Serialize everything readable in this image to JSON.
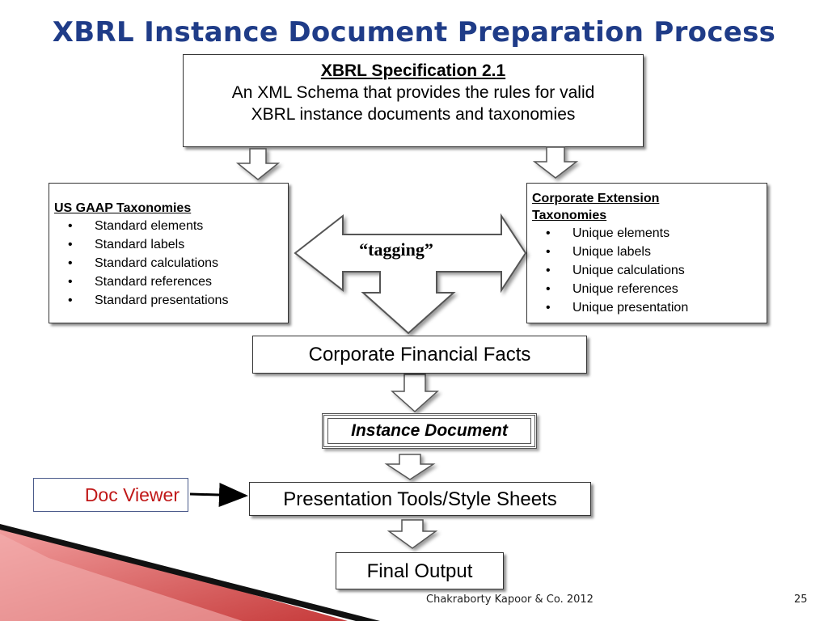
{
  "title": "XBRL Instance Document Preparation Process",
  "spec": {
    "heading": "XBRL Specification 2.1",
    "line1": "An XML Schema that provides the rules for valid",
    "line2": "XBRL instance documents and taxonomies"
  },
  "gaap": {
    "heading": "US GAAP Taxonomies",
    "items": [
      "Standard elements",
      "Standard labels",
      "Standard calculations",
      "Standard references",
      "Standard presentations"
    ]
  },
  "extension": {
    "heading_line1": "Corporate Extension",
    "heading_line2": "Taxonomies",
    "items": [
      "Unique elements",
      "Unique labels",
      "Unique calculations",
      "Unique references",
      "Unique presentation"
    ]
  },
  "tagging_label": "“tagging”",
  "facts_label": "Corporate Financial Facts",
  "instance_label": "Instance Document",
  "doc_viewer_label": "Doc Viewer",
  "presentation_label": "Presentation Tools/Style Sheets",
  "final_label": "Final Output",
  "footer": {
    "text": "Chakraborty Kapoor & Co. 2012",
    "page": "25"
  },
  "colors": {
    "title": "#1f3c88",
    "doc_viewer_text": "#c01818",
    "decor_red": "#d94a4a"
  }
}
